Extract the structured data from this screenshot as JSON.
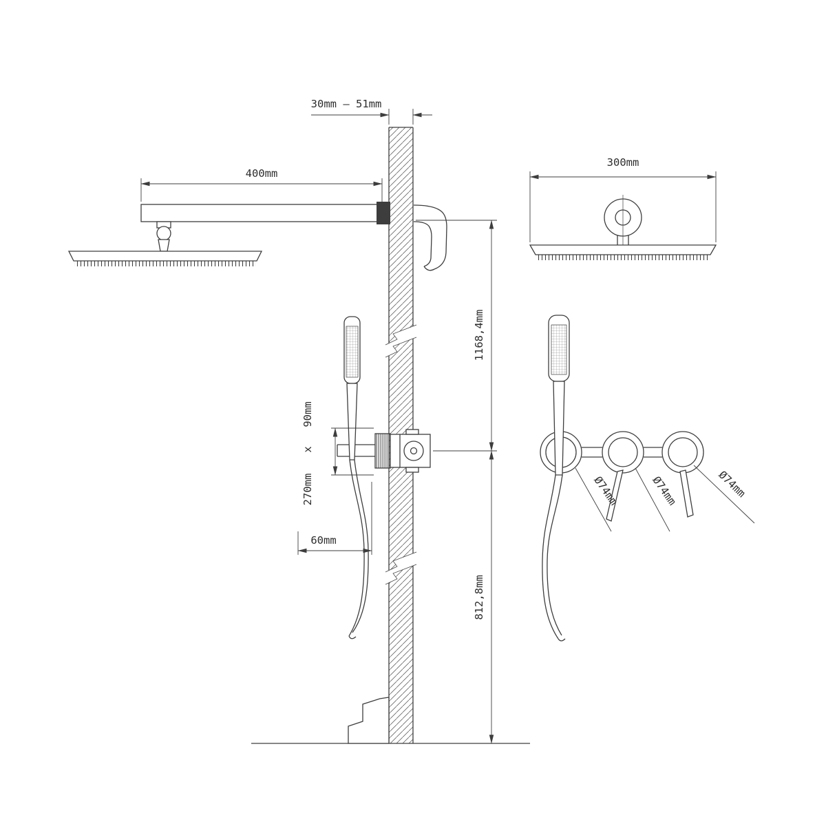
{
  "drawing": {
    "background": "#ffffff",
    "line_color": "#3d3d3d",
    "dims": {
      "wall_depth": "30mm – 51mm",
      "arm_length": "400mm",
      "head_width": "300mm",
      "upper_height": "1168,4mm",
      "lower_height": "812,8mm",
      "valve_height": "90mm",
      "by": "x",
      "valve_width": "270mm",
      "holder_offset": "60mm",
      "dia1": "Ø74mm",
      "dia2": "Ø74mm",
      "dia3": "Ø74mm"
    }
  }
}
